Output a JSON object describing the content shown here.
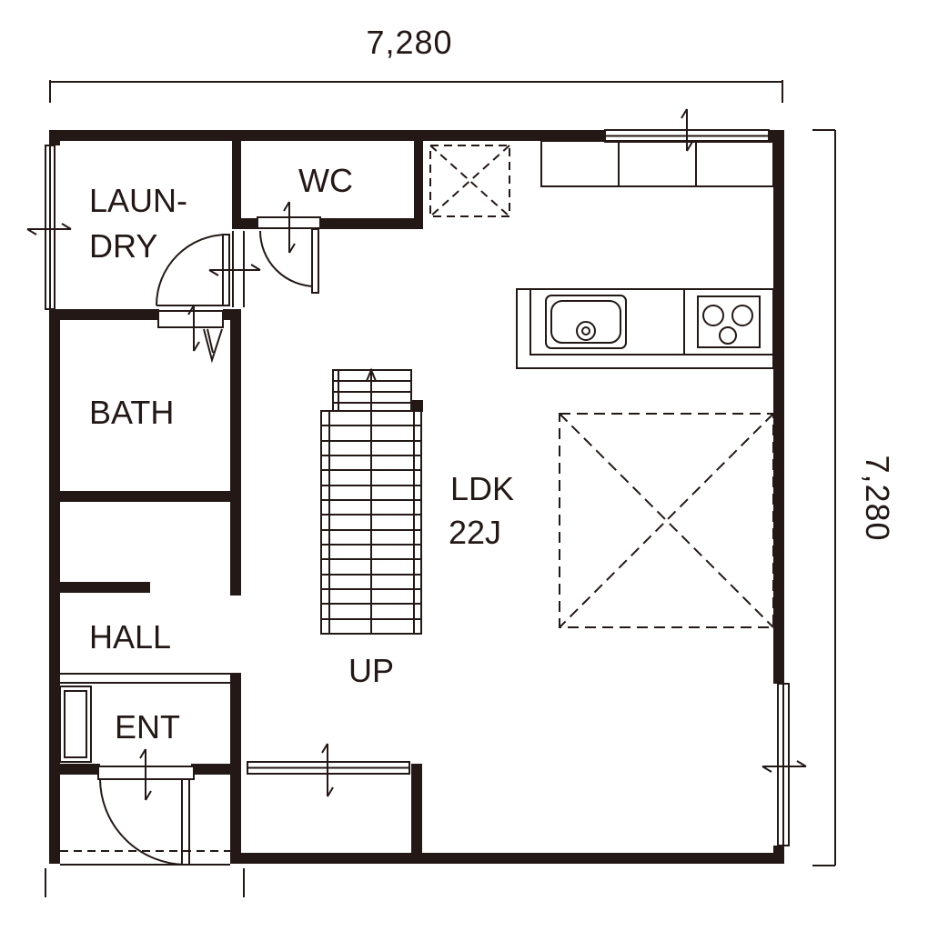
{
  "dimensions": {
    "width_label": "7,280",
    "depth_label": "7,280"
  },
  "rooms": {
    "laundry": [
      "LAUN-",
      "DRY"
    ],
    "wc": "WC",
    "bath": "BATH",
    "ldk": "LDK",
    "ldk_size": "22J",
    "hall": "HALL",
    "entrance": "ENT"
  },
  "stairs": {
    "direction_label": "UP"
  },
  "colors": {
    "ink": "#231815",
    "paper": "#ffffff"
  }
}
